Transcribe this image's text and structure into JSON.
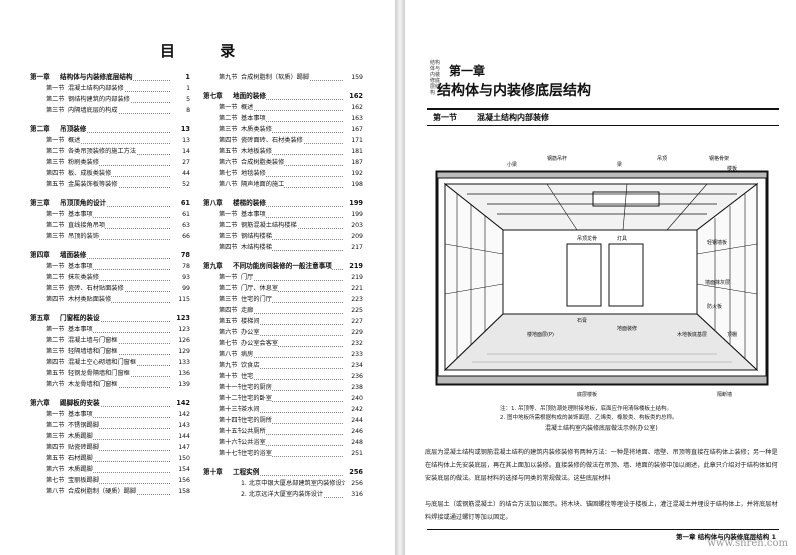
{
  "toc": {
    "title": "目  录",
    "left_column": [
      {
        "kind": "chapter",
        "label": "第一章",
        "text": "结构体与内装修底层结构",
        "page": "1"
      },
      {
        "kind": "section",
        "label": "第一节",
        "text": "混凝土结构内部装修",
        "page": "1"
      },
      {
        "kind": "section",
        "label": "第二节",
        "text": "钢结构建筑的内部装修",
        "page": "5"
      },
      {
        "kind": "section",
        "label": "第三节",
        "text": "内隔墙底层的构成",
        "page": "8"
      },
      {
        "kind": "chapter",
        "label": "第二章",
        "text": "吊顶装修",
        "page": "13"
      },
      {
        "kind": "section",
        "label": "第一节",
        "text": "概述",
        "page": "13"
      },
      {
        "kind": "section",
        "label": "第二节",
        "text": "各类吊顶装修的施工方法",
        "page": "14"
      },
      {
        "kind": "section",
        "label": "第三节",
        "text": "粉刷类装修",
        "page": "27"
      },
      {
        "kind": "section",
        "label": "第四节",
        "text": "板、成板类装修",
        "page": "44"
      },
      {
        "kind": "section",
        "label": "第五节",
        "text": "金属装饰板等装修",
        "page": "52"
      },
      {
        "kind": "chapter",
        "label": "第三章",
        "text": "吊顶顶角的设计",
        "page": "61"
      },
      {
        "kind": "section",
        "label": "第一节",
        "text": "基本事项",
        "page": "61"
      },
      {
        "kind": "section",
        "label": "第二节",
        "text": "直线接角吊项",
        "page": "63"
      },
      {
        "kind": "section",
        "label": "第三节",
        "text": "吊顶的装饰",
        "page": "66"
      },
      {
        "kind": "chapter",
        "label": "第四章",
        "text": "墙面装修",
        "page": "78"
      },
      {
        "kind": "section",
        "label": "第一节",
        "text": "基本事项",
        "page": "78"
      },
      {
        "kind": "section",
        "label": "第二节",
        "text": "抹灰类装修",
        "page": "93"
      },
      {
        "kind": "section",
        "label": "第三节",
        "text": "瓷砖、石材贴面装修",
        "page": "99"
      },
      {
        "kind": "section",
        "label": "第四节",
        "text": "木材类贴面装修",
        "page": "115"
      },
      {
        "kind": "chapter",
        "label": "第五章",
        "text": "门窗框的装设",
        "page": "123"
      },
      {
        "kind": "section",
        "label": "第一节",
        "text": "基本事项",
        "page": "123"
      },
      {
        "kind": "section",
        "label": "第二节",
        "text": "混凝土墙与门窗框",
        "page": "126"
      },
      {
        "kind": "section",
        "label": "第三节",
        "text": "轻隔墙墙和门窗框",
        "page": "129"
      },
      {
        "kind": "section",
        "label": "第四节",
        "text": "混凝土空心砌墙和门窗框",
        "page": "133"
      },
      {
        "kind": "section",
        "label": "第五节",
        "text": "轻钢龙骨隔墙和门窗框",
        "page": "136"
      },
      {
        "kind": "section",
        "label": "第六节",
        "text": "木龙骨墙和门窗框",
        "page": "139"
      },
      {
        "kind": "chapter",
        "label": "第六章",
        "text": "踢脚板的安装",
        "page": "142"
      },
      {
        "kind": "section",
        "label": "第一节",
        "text": "基本事项",
        "page": "142"
      },
      {
        "kind": "section",
        "label": "第二节",
        "text": "不锈钢踢脚",
        "page": "143"
      },
      {
        "kind": "section",
        "label": "第三节",
        "text": "木质踢脚",
        "page": "144"
      },
      {
        "kind": "section",
        "label": "第四节",
        "text": "贴瓷砖踢脚",
        "page": "147"
      },
      {
        "kind": "section",
        "label": "第五节",
        "text": "石材踢脚",
        "page": "150"
      },
      {
        "kind": "section",
        "label": "第六节",
        "text": "木质踢脚",
        "page": "154"
      },
      {
        "kind": "section",
        "label": "第七节",
        "text": "宝丽板踢脚",
        "page": "156"
      },
      {
        "kind": "section",
        "label": "第八节",
        "text": "合成树脂制（硬质）踢脚",
        "page": "158"
      }
    ],
    "right_column": [
      {
        "kind": "section",
        "label": "第九节",
        "text": "合成树脂制（软质）踢脚",
        "page": "159"
      },
      {
        "kind": "chapter",
        "label": "第七章",
        "text": "地面的装修",
        "page": "162"
      },
      {
        "kind": "section",
        "label": "第一节",
        "text": "概述",
        "page": "162"
      },
      {
        "kind": "section",
        "label": "第二节",
        "text": "基本事项",
        "page": "163"
      },
      {
        "kind": "section",
        "label": "第三节",
        "text": "木质类装修",
        "page": "167"
      },
      {
        "kind": "section",
        "label": "第四节",
        "text": "瓷砖面砖、石材类装修",
        "page": "171"
      },
      {
        "kind": "section",
        "label": "第五节",
        "text": "木地板装修",
        "page": "181"
      },
      {
        "kind": "section",
        "label": "第六节",
        "text": "合成树脂类装修",
        "page": "187"
      },
      {
        "kind": "section",
        "label": "第七节",
        "text": "地毯装修",
        "page": "192"
      },
      {
        "kind": "section",
        "label": "第八节",
        "text": "隔声地面的施工",
        "page": "198"
      },
      {
        "kind": "chapter",
        "label": "第八章",
        "text": "楼梯的装修",
        "page": "199"
      },
      {
        "kind": "section",
        "label": "第一节",
        "text": "基本事项",
        "page": "199"
      },
      {
        "kind": "section",
        "label": "第二节",
        "text": "钢筋混凝土结构楼梯",
        "page": "203"
      },
      {
        "kind": "section",
        "label": "第三节",
        "text": "钢结构楼梯",
        "page": "209"
      },
      {
        "kind": "section",
        "label": "第四节",
        "text": "木结构楼梯",
        "page": "217"
      },
      {
        "kind": "chapter",
        "label": "第九章",
        "text": "不同功能房间装修的一般注意事项",
        "page": "219"
      },
      {
        "kind": "section",
        "label": "第一节",
        "text": "门厅",
        "page": "219"
      },
      {
        "kind": "section",
        "label": "第二节",
        "text": "门厅、休息室",
        "page": "221"
      },
      {
        "kind": "section",
        "label": "第三节",
        "text": "住宅的门厅",
        "page": "223"
      },
      {
        "kind": "section",
        "label": "第四节",
        "text": "走廊",
        "page": "225"
      },
      {
        "kind": "section",
        "label": "第五节",
        "text": "楼梯间",
        "page": "227"
      },
      {
        "kind": "section",
        "label": "第六节",
        "text": "办公室",
        "page": "229"
      },
      {
        "kind": "section",
        "label": "第七节",
        "text": "办公室会客室",
        "page": "232"
      },
      {
        "kind": "section",
        "label": "第八节",
        "text": "病房",
        "page": "233"
      },
      {
        "kind": "section",
        "label": "第九节",
        "text": "饮食店",
        "page": "234"
      },
      {
        "kind": "section",
        "label": "第十节",
        "text": "住宅",
        "page": "236"
      },
      {
        "kind": "section",
        "label": "第十一节",
        "text": "住宅的厨房",
        "page": "238"
      },
      {
        "kind": "section",
        "label": "第十二节",
        "text": "住宅的卧室",
        "page": "240"
      },
      {
        "kind": "section",
        "label": "第十三节",
        "text": "茶水间",
        "page": "242"
      },
      {
        "kind": "section",
        "label": "第十四节",
        "text": "住宅的厕所",
        "page": "244"
      },
      {
        "kind": "section",
        "label": "第十五节",
        "text": "公共厕所",
        "page": "246"
      },
      {
        "kind": "section",
        "label": "第十六节",
        "text": "公共浴室",
        "page": "248"
      },
      {
        "kind": "section",
        "label": "第十七节",
        "text": "住宅的浴室",
        "page": "251"
      },
      {
        "kind": "chapter",
        "label": "第十章",
        "text": "工程实例",
        "page": "256"
      },
      {
        "kind": "section",
        "label": "",
        "text": "1. 北京中银大厦总部建筑室内装修设计",
        "page": "256"
      },
      {
        "kind": "section",
        "label": "",
        "text": "2. 北京远洋大厦室内装饰设计",
        "page": "316"
      }
    ]
  },
  "chapter_page": {
    "vertical_text": "结构体与内装修底层结构",
    "chapter_label": "第一章",
    "chapter_title": "结构体与内装修底层结构",
    "section_label": "第一节",
    "section_title": "混凝土结构内部装修",
    "figure_callouts": {
      "steel_ceiling": "钢筋吊杆",
      "ceiling_void": "吊顶",
      "beam": "梁",
      "steel_frame": "钢格骨架",
      "floor_slab": "楼板",
      "ceiling_runner": "吊顶龙骨",
      "bulb": "灯具",
      "wall_board": "轻钢墙板",
      "plaster_base": "墙面抹灰层",
      "fire_board": "防火板",
      "insulation": "石膏",
      "floor_finish": "地面装修",
      "base_floor": "楼地面层(P)",
      "sleeper": "木地板底基层",
      "ceiling_base": "顶棚",
      "bottom_slab": "底层楼板",
      "partition": "隔断墙",
      "left_top": "小梁"
    },
    "figure_notes": [
      "注：1. 吊顶等、吊顶防潮处理附接地板，底面应作用清除楼板土结构。",
      "2. 图中地板所需根据构成的装饰面层、乙烯类、橡胶类、构板类的总称。"
    ],
    "figure_caption": "混凝土结构室内装修底层做法示例(办公室)",
    "paragraph_1": "底层为混凝土结构或钢筋混凝土结构的建筑内装修装修有两种方法：一种是将地面、墙壁、吊顶等直接在结构体上装修；另一种是在结构体上先安装底层，再在其上面加以装修。直接装修的做法在吊顶、墙、地面的装修中加以阐述，此章只介绍对于结构体如何安装底层的做法。底层材料的选择与同类的常规做法。这些底层材料",
    "paragraph_2": "与底层土（或钢筋混凝土）的结合方法加以图示。将木块、锚固螺栓等埋设于楼板上，灌注混凝土并埋设于结构体上，并将底层材料焊接或通过螺钉等加以固定。",
    "footer": "第一章  结构体与内装修底层结构   1",
    "watermark": "www.snren.com"
  }
}
